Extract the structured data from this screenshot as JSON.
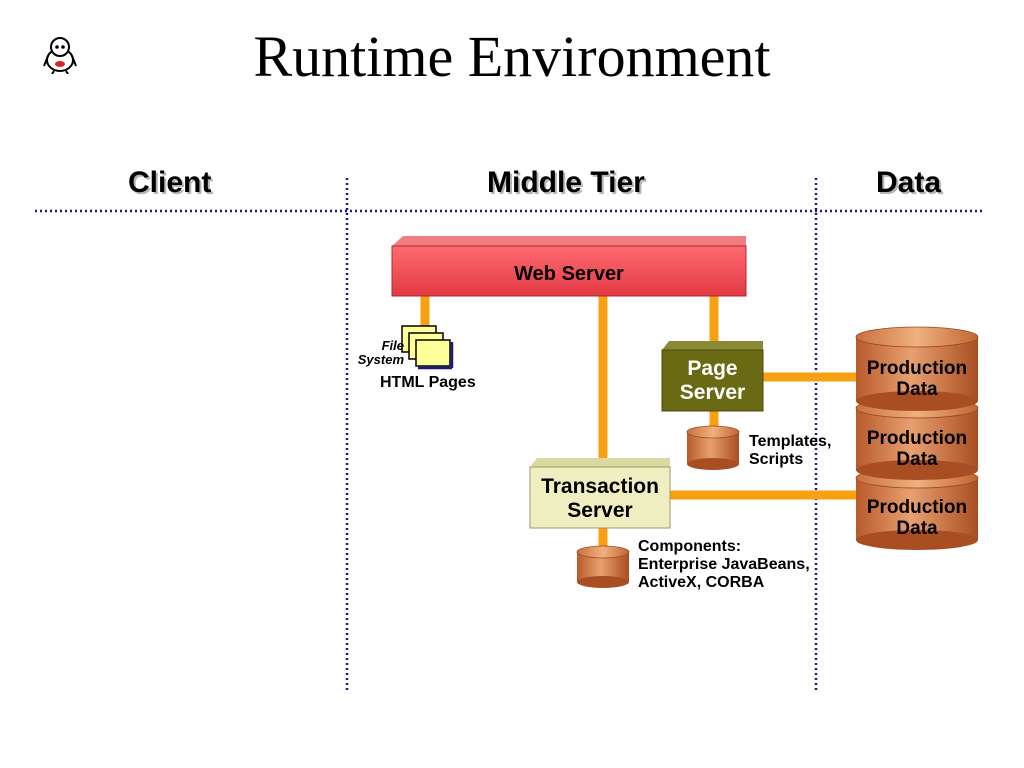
{
  "title": "Runtime Environment",
  "columns": {
    "client": "Client",
    "middle": "Middle Tier",
    "data": "Data"
  },
  "web_server": "Web Server",
  "page_server": {
    "line1": "Page",
    "line2": "Server"
  },
  "transaction_server": {
    "line1": "Transaction",
    "line2": "Server"
  },
  "file_system": {
    "line1": "File",
    "line2": "System"
  },
  "html_pages": "HTML Pages",
  "templates": {
    "line1": "Templates,",
    "line2": "Scripts"
  },
  "components": {
    "line1": "Components:",
    "line2": "Enterprise JavaBeans,",
    "line3": "ActiveX, CORBA"
  },
  "production_data": [
    {
      "line1": "Production",
      "line2": "Data"
    },
    {
      "line1": "Production",
      "line2": "Data"
    },
    {
      "line1": "Production",
      "line2": "Data"
    }
  ],
  "colors": {
    "web_server": "#e8414a",
    "connector": "#f8a012",
    "page_server": "#6b6a14",
    "transaction_server": "#eeeec0",
    "database": "#c9713c",
    "divider": "#1a1a7a"
  },
  "icons": {
    "logo": "cartoon-character-icon"
  }
}
